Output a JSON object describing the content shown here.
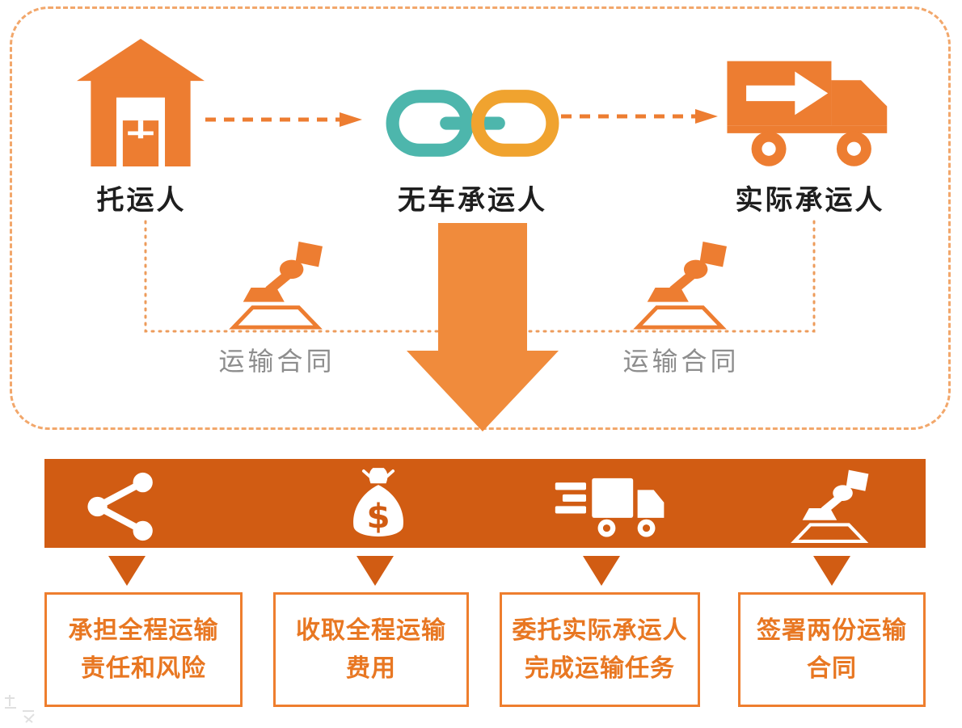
{
  "colors": {
    "orange": "#ED7D31",
    "orange_light_arrow": "#F08B3C",
    "orange_dark_bar": "#D15C13",
    "box_border": "#EE7E2E",
    "box_text": "#E87722",
    "chain_teal": "#4DB6AC",
    "chain_gold": "#F0A32F",
    "label_dark": "#1e1e1e",
    "contract_gray": "#8d8d8d",
    "dashed_frame": "#F2A76B"
  },
  "flow": {
    "shipper": {
      "label": "托运人",
      "icon": "warehouse-icon"
    },
    "carrier": {
      "label": "无车承运人",
      "icon": "chain-link-icon"
    },
    "actual": {
      "label": "实际承运人",
      "icon": "truck-arrow-icon"
    },
    "contract_left": "运输合同",
    "contract_right": "运输合同"
  },
  "bar": {
    "money_symbol": "$"
  },
  "duties": [
    {
      "icon": "share-network-icon",
      "line1": "承担全程运输",
      "line2": "责任和风险"
    },
    {
      "icon": "money-bag-icon",
      "line1": "收取全程运输",
      "line2": "费用"
    },
    {
      "icon": "delivery-truck-icon",
      "line1": "委托实际承运人",
      "line2": "完成运输任务"
    },
    {
      "icon": "stamp-contract-icon",
      "line1": "签署两份运输",
      "line2": "合同"
    }
  ]
}
